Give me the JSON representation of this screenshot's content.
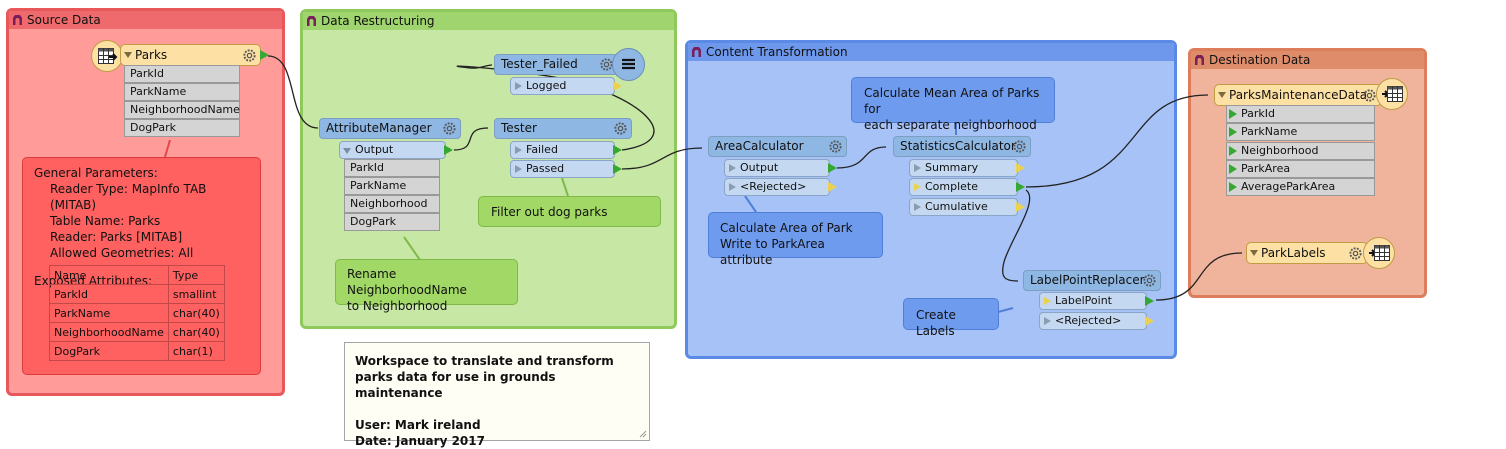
{
  "bookmarks": {
    "source": {
      "title": "Source Data",
      "color": "#ff9b98"
    },
    "restructuring": {
      "title": "Data Restructuring",
      "color": "#c7e7a5"
    },
    "content": {
      "title": "Content Transformation",
      "color": "#a6c2f7"
    },
    "destination": {
      "title": "Destination Data",
      "color": "#f0b39b"
    }
  },
  "reader": {
    "name": "Parks",
    "attributes": [
      "ParkId",
      "ParkName",
      "NeighborhoodName",
      "DogPark"
    ],
    "icon": "table-icon"
  },
  "reader_note": {
    "header": "General Parameters:",
    "lines": [
      "Reader Type: MapInfo TAB (MITAB)",
      "Table Name: Parks",
      "Reader: Parks [MITAB]",
      "Allowed Geometries: All"
    ],
    "exposed_header": "Exposed Attributes:",
    "table_headers": [
      "Name",
      "Type"
    ],
    "table_rows": [
      [
        "ParkId",
        "smallint"
      ],
      [
        "ParkName",
        "char(40)"
      ],
      [
        "NeighborhoodName",
        "char(40)"
      ],
      [
        "DogPark",
        "char(1)"
      ]
    ]
  },
  "attribute_manager": {
    "name": "AttributeManager",
    "output": "Output",
    "attributes": [
      "ParkId",
      "ParkName",
      "Neighborhood",
      "DogPark"
    ]
  },
  "attribute_manager_note": "Rename NeighborhoodName\nto Neighborhood",
  "tester": {
    "name": "Tester",
    "ports": [
      "Failed",
      "Passed"
    ]
  },
  "tester_note": "Filter out dog parks",
  "tester_failed": {
    "name": "Tester_Failed",
    "port": "Logged"
  },
  "area_calculator": {
    "name": "AreaCalculator",
    "ports": [
      "Output",
      "<Rejected>"
    ]
  },
  "area_note": "Calculate Area of Park\nWrite to ParkArea attribute",
  "statistics_calculator": {
    "name": "StatisticsCalculator",
    "ports": [
      "Summary",
      "Complete",
      "Cumulative"
    ]
  },
  "statistics_note": "Calculate Mean Area of Parks for\neach separate neighborhood",
  "label_point_replacer": {
    "name": "LabelPointReplacer",
    "ports": [
      "LabelPoint",
      "<Rejected>"
    ]
  },
  "labels_note": "Create Labels",
  "writer_maintenance": {
    "name": "ParksMaintenanceData",
    "attributes": [
      "ParkId",
      "ParkName",
      "Neighborhood",
      "ParkArea",
      "AverageParkArea"
    ],
    "icon": "table-icon"
  },
  "writer_labels": {
    "name": "ParkLabels",
    "icon": "table-icon"
  },
  "workspace_note": {
    "line1": "Workspace to translate and transform",
    "line2": "parks data for use in grounds maintenance",
    "line3": "User: Mark ireland",
    "line4": "Date: January 2017"
  }
}
